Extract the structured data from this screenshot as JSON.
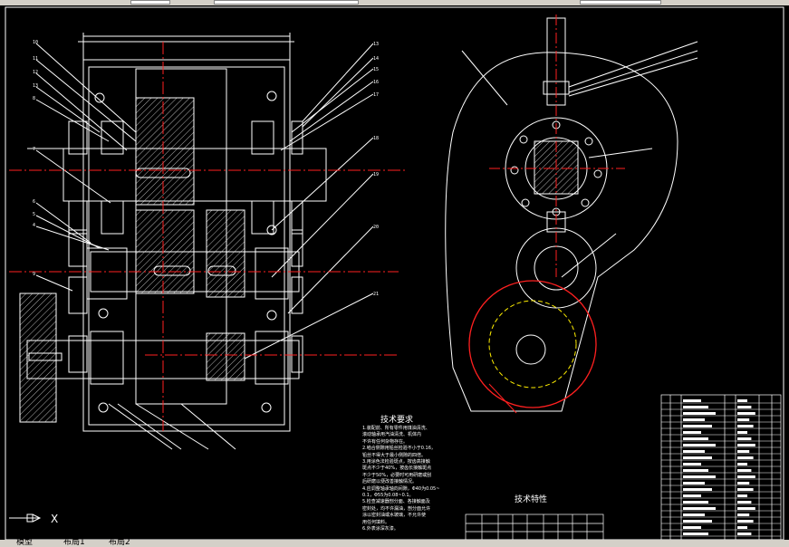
{
  "window": {
    "tabs": [
      "模型",
      "布局1",
      "布局2"
    ]
  },
  "drawing": {
    "tech_requirements": {
      "title": "技术要求",
      "lines": [
        "1.装配前、所有零件用煤油清洗、",
        "  滚动轴承用汽油清洗、机体内",
        "  不许有任何杂物存在。",
        "2.啮合侧隙用铅丝检验不小于0.16，",
        "  铅丝不得大于最小侧隙的四倍。",
        "3.用涂色法检验斑点，按齿高接触",
        "  斑点不少于40%，按齿长接触斑点",
        "  不少于50%，必要时可用研磨或刮",
        "  后研磨以便改善接触情况。",
        "4.应调整轴承轴向间隙，Φ40为0.05~",
        "  0.1，Φ55为0.08~0.1。",
        "5.检查减速器剖分面、各接触面及",
        "  密封处，均不许漏油，剖分面允许",
        "  涂以密封油或水玻璃，不允许使",
        "  用任何填料。",
        "6.外表涂深灰漆。"
      ]
    },
    "tech_specs": {
      "title": "技术特性"
    },
    "axis_label": "X",
    "colors": {
      "lines": "#ffffff",
      "centerline": "#ff2020",
      "highlight": "#ffee00",
      "dim_text": "#00ffff"
    }
  }
}
